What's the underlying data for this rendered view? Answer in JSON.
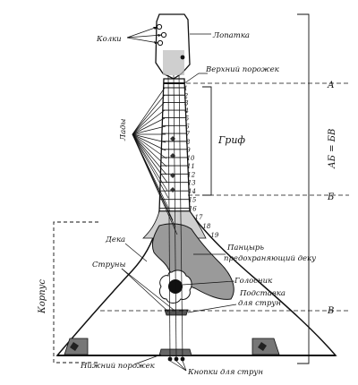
{
  "labels": {
    "pegs": "Колки",
    "headstock": "Лопатка",
    "nut": "Верхний порожек",
    "frets": "Лады",
    "fingerboard": "Гриф",
    "deck": "Дека",
    "pickguard_line1": "Панцырь",
    "pickguard_line2": "предохраняющий деку",
    "strings": "Струны",
    "soundhole": "Голосник",
    "bridge_line1": "Подставка",
    "bridge_line2": "для струн",
    "body": "Корпус",
    "saddle": "Нижний порожек",
    "string_buttons": "Кнопки для струн"
  },
  "markers": {
    "a": "А",
    "b": "Б",
    "v": "В",
    "span": "АБ = БВ"
  },
  "fret_numbers": [
    "1",
    "2",
    "3",
    "4",
    "5",
    "6",
    "7",
    "8",
    "9",
    "10",
    "11",
    "12",
    "13",
    "14",
    "15",
    "16",
    "17",
    "18",
    "19"
  ]
}
